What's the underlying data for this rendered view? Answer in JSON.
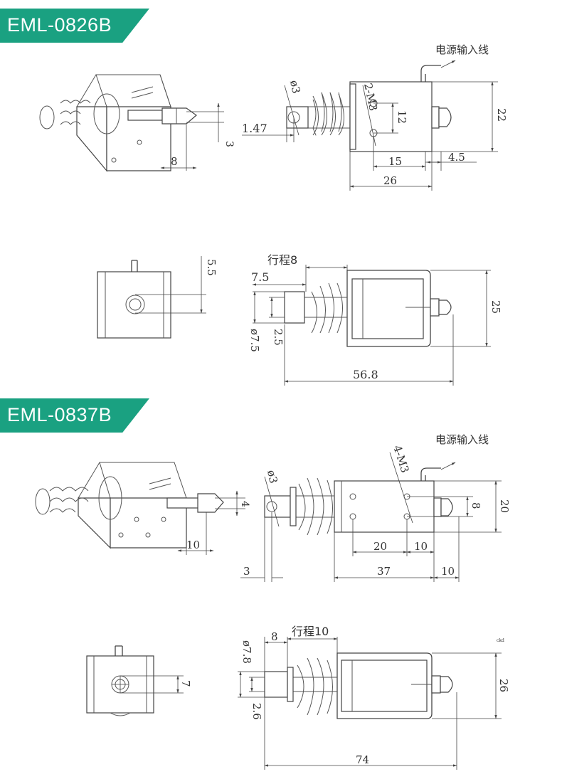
{
  "models": [
    {
      "name": "EML-0826B",
      "wire_label": "电源输入线",
      "dims": {
        "shaft_dia": "ø3",
        "pin_offset": "1.47",
        "tip_offset": "3",
        "shaft_len": "8",
        "mount_holes": "2-M3",
        "hole_spacing_v": "12",
        "height": "22",
        "hole_x": "15",
        "end_offset": "4.5",
        "body_len": "26",
        "face_offset": "5.5",
        "stroke": "行程8",
        "plunger_len": "7.5",
        "plunger_dia": "ø7.5",
        "plunger_step": "2.5",
        "width": "25",
        "total_len": "56.8"
      }
    },
    {
      "name": "EML-0837B",
      "wire_label": "电源输入线",
      "dims": {
        "mount_holes": "4-M3",
        "shaft_dia": "ø3",
        "tip_offset": "4",
        "shaft_len": "10",
        "hole_spacing_v": "8",
        "height": "20",
        "hole_spacing_h": "20",
        "hole_end": "10",
        "pin_offset": "3",
        "body_len": "37",
        "end_len": "10",
        "face_offset": "7",
        "plunger_len": "8",
        "stroke": "行程10",
        "plunger_dia": "ø7.8",
        "plunger_step": "2.6",
        "width": "26",
        "total_len": "74"
      }
    }
  ]
}
